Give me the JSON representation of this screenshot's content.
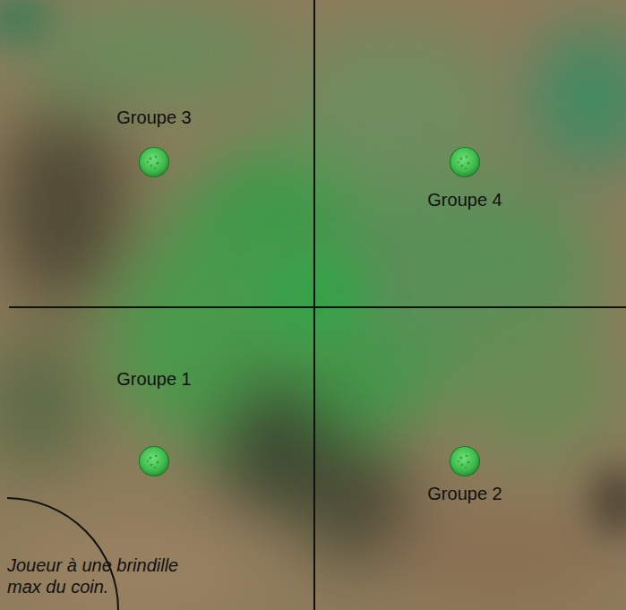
{
  "diagram": {
    "nodes": [
      {
        "text": [
          "Groupe 3"
        ]
      },
      {
        "text": [
          "Groupe 4"
        ]
      },
      {
        "text": [
          "Groupe 1"
        ]
      },
      {
        "text": [
          "Groupe 2"
        ]
      }
    ],
    "labels": [
      "Joueur à une brindille max du coin."
    ]
  }
}
